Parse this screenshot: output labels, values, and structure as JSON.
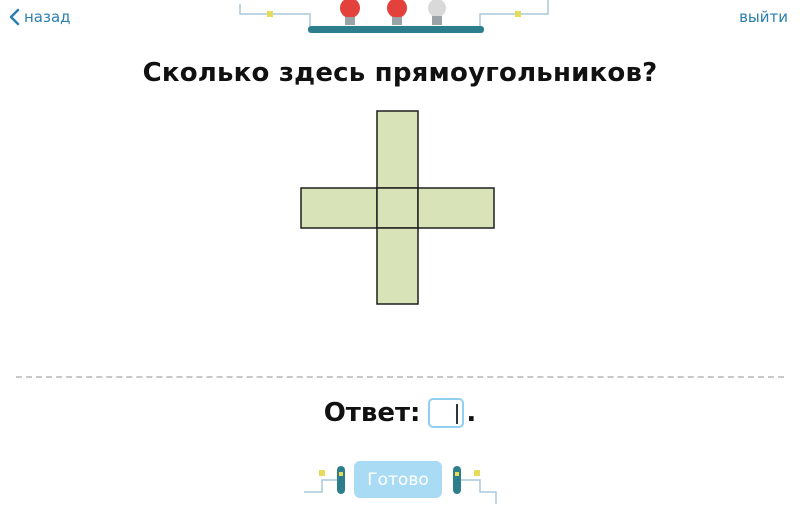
{
  "nav": {
    "back_label": "назад",
    "exit_label": "выйти"
  },
  "question": {
    "title": "Сколько здесь прямоугольников?"
  },
  "answer": {
    "label": "Ответ:",
    "value": "",
    "suffix": "."
  },
  "actions": {
    "done_label": "Готово"
  },
  "colors": {
    "link": "#2a7fb0",
    "figure_fill": "#d8e4b8",
    "figure_stroke": "#1f1f1f",
    "done_button_bg": "#a9dbf5",
    "input_border": "#8fd0f0",
    "bulb_red": "#e2413c",
    "bulb_off": "#d9d9d9"
  },
  "icons": {
    "back": "chevron-left-icon",
    "bulbs": "light-bulb-icon"
  }
}
